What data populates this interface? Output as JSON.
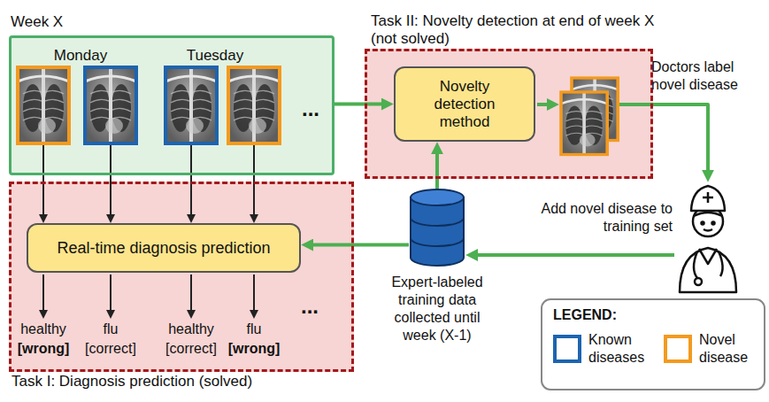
{
  "diagram": {
    "nodes": [
      {
        "text": [
          "Week X",
          "Monday",
          "Tuesday",
          "..."
        ]
      },
      {
        "text": [
          "Task II: Novelty detection at end of week X (not solved)"
        ]
      },
      {
        "text": [
          "Novelty detection method"
        ],
        "in": 1
      },
      {
        "text": [
          "Task I: Diagnosis prediction (solved)"
        ]
      },
      {
        "text": [
          "Real-time diagnosis prediction"
        ],
        "in": 3
      },
      {
        "text": [
          "Expert-labeled training data collected until week (X-1)"
        ]
      }
    ],
    "edges": [
      {
        "from": 0,
        "to": 2,
        "arrow": "to"
      },
      {
        "from": 5,
        "to": 2,
        "arrow": "to"
      },
      {
        "from": 5,
        "to": 4,
        "arrow": "to"
      }
    ],
    "labels": [
      "healthy",
      "[wrong]",
      "flu",
      "[correct]",
      "healthy",
      "[correct]",
      "flu",
      "[wrong]",
      "...",
      "Doctors label novel disease",
      "Add novel disease to training set",
      "LEGEND:"
    ],
    "legend": [
      {
        "text": "Known diseases",
        "color": "#1d64b0"
      },
      {
        "text": "Novel disease",
        "color": "#f39a1e"
      }
    ]
  }
}
